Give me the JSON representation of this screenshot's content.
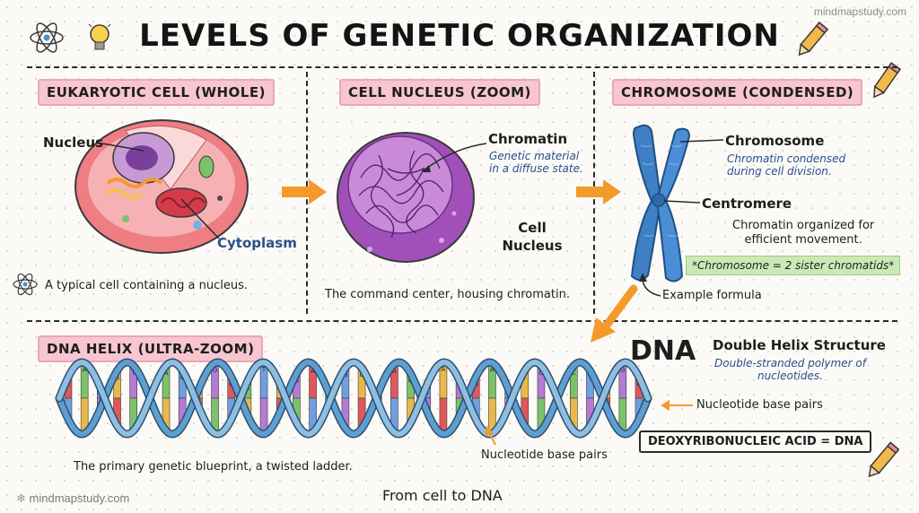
{
  "title": "LEVELS OF GENETIC ORGANIZATION",
  "watermark_top": "mindmapstudy.com",
  "watermark_bottom": "mindmapstudy.com",
  "panels": {
    "cell": {
      "header": "EUKARYOTIC CELL (WHOLE)",
      "nucleus_label": "Nucleus",
      "cytoplasm_label": "Cytoplasm",
      "caption": "A typical cell containing a nucleus."
    },
    "nucleus": {
      "header": "CELL NUCLEUS (ZOOM)",
      "chromatin_label": "Chromatin",
      "chromatin_desc_1": "Genetic material",
      "chromatin_desc_2": "in a diffuse state.",
      "side_label_1": "Cell",
      "side_label_2": "Nucleus",
      "caption": "The command center, housing chromatin."
    },
    "chromosome": {
      "header": "CHROMOSOME (CONDENSED)",
      "chromosome_label": "Chromosome",
      "chromosome_desc_1": "Chromatin condensed",
      "chromosome_desc_2": "during cell division.",
      "centromere_label": "Centromere",
      "centromere_desc_1": "Chromatin organized for",
      "centromere_desc_2": "efficient movement.",
      "formula": "*Chromosome = 2 sister chromatids*",
      "formula_note": "Example formula"
    },
    "dna": {
      "header": "DNA HELIX (ULTRA-ZOOM)",
      "dna_label": "DNA",
      "structure_label": "Double Helix Structure",
      "structure_desc_1": "Double-stranded polymer of",
      "structure_desc_2": "nucleotides.",
      "base_pairs_right": "Nucleotide base pairs",
      "base_pairs_bottom": "Nucleotide base pairs",
      "acronym": "DEOXYRIBONUCLEIC ACID = DNA",
      "caption": "The primary genetic blueprint, a twisted ladder."
    }
  },
  "footer": "From cell to DNA",
  "colors": {
    "header_bg": "#f7c6d0",
    "arrow": "#f39a2b",
    "chromosome": "#3f7fc4",
    "nucleus_purple": "#a050b8",
    "cell_pink": "#ee7d84",
    "helix_blue": "#8fbfe0",
    "formula_green": "#cbe9b7",
    "base_colors": [
      "#e2575b",
      "#7bc26a",
      "#6f9fe0",
      "#e8b94a",
      "#b47bd6"
    ]
  },
  "dna_bases": [
    "C",
    "A",
    "T",
    "G",
    "T",
    "G",
    "A",
    "C",
    "G",
    "G",
    "C",
    "A",
    "T",
    "T",
    "G",
    "A",
    "C",
    "G",
    "C",
    "T",
    "A",
    "G",
    "C",
    "A",
    "T",
    "G",
    "A",
    "C",
    "T",
    "G",
    "A",
    "C",
    "T",
    "A",
    "G",
    "C"
  ]
}
